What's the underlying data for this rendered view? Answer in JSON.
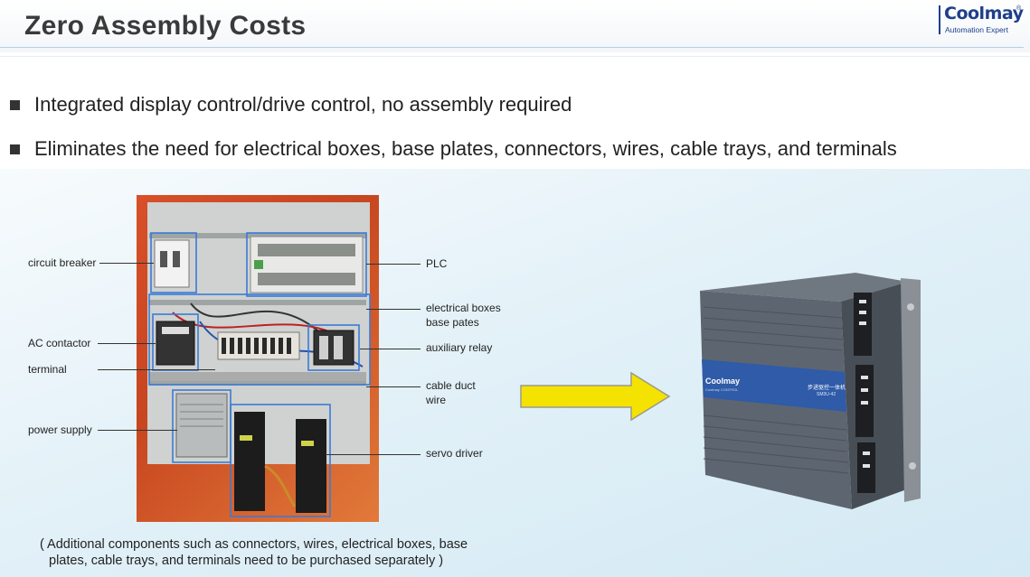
{
  "header": {
    "title": "Zero Assembly Costs",
    "logo": {
      "name": "Coolmay",
      "registered": "®",
      "tagline": "Automation Expert"
    }
  },
  "bullets": [
    "Integrated display  control/drive control, no assembly required",
    "Eliminates the need for electrical boxes, base plates, connectors, wires, cable trays, and terminals"
  ],
  "left_labels": {
    "circuit_breaker": "circuit breaker",
    "ac_contactor": "AC contactor",
    "terminal": "terminal",
    "power_supply": "power supply"
  },
  "right_labels": {
    "plc": "PLC",
    "electrical_boxes_1": "electrical boxes",
    "electrical_boxes_2": "base pates",
    "auxiliary_relay": "auxiliary relay",
    "cable_duct_1": "cable duct",
    "cable_duct_2": "wire",
    "servo_driver": "servo driver"
  },
  "caption": {
    "line1": "( Additional components such as connectors, wires, electrical boxes, base",
    "line2": "plates, cable trays, and terminals need to be purchased separately )"
  },
  "product": {
    "brand": "Coolmay",
    "brand_sub": "Coolmay CONTROL",
    "cn_label": "步进驱控一体机",
    "model": "SM3U-42"
  },
  "colors": {
    "arrow": "#f4e200",
    "arrow_border": "#9a9a8a",
    "brand_blue": "#1f3f8a",
    "photo_orange": "#d8502a",
    "device_body": "#5d6570",
    "device_label": "#2f5ba8"
  }
}
